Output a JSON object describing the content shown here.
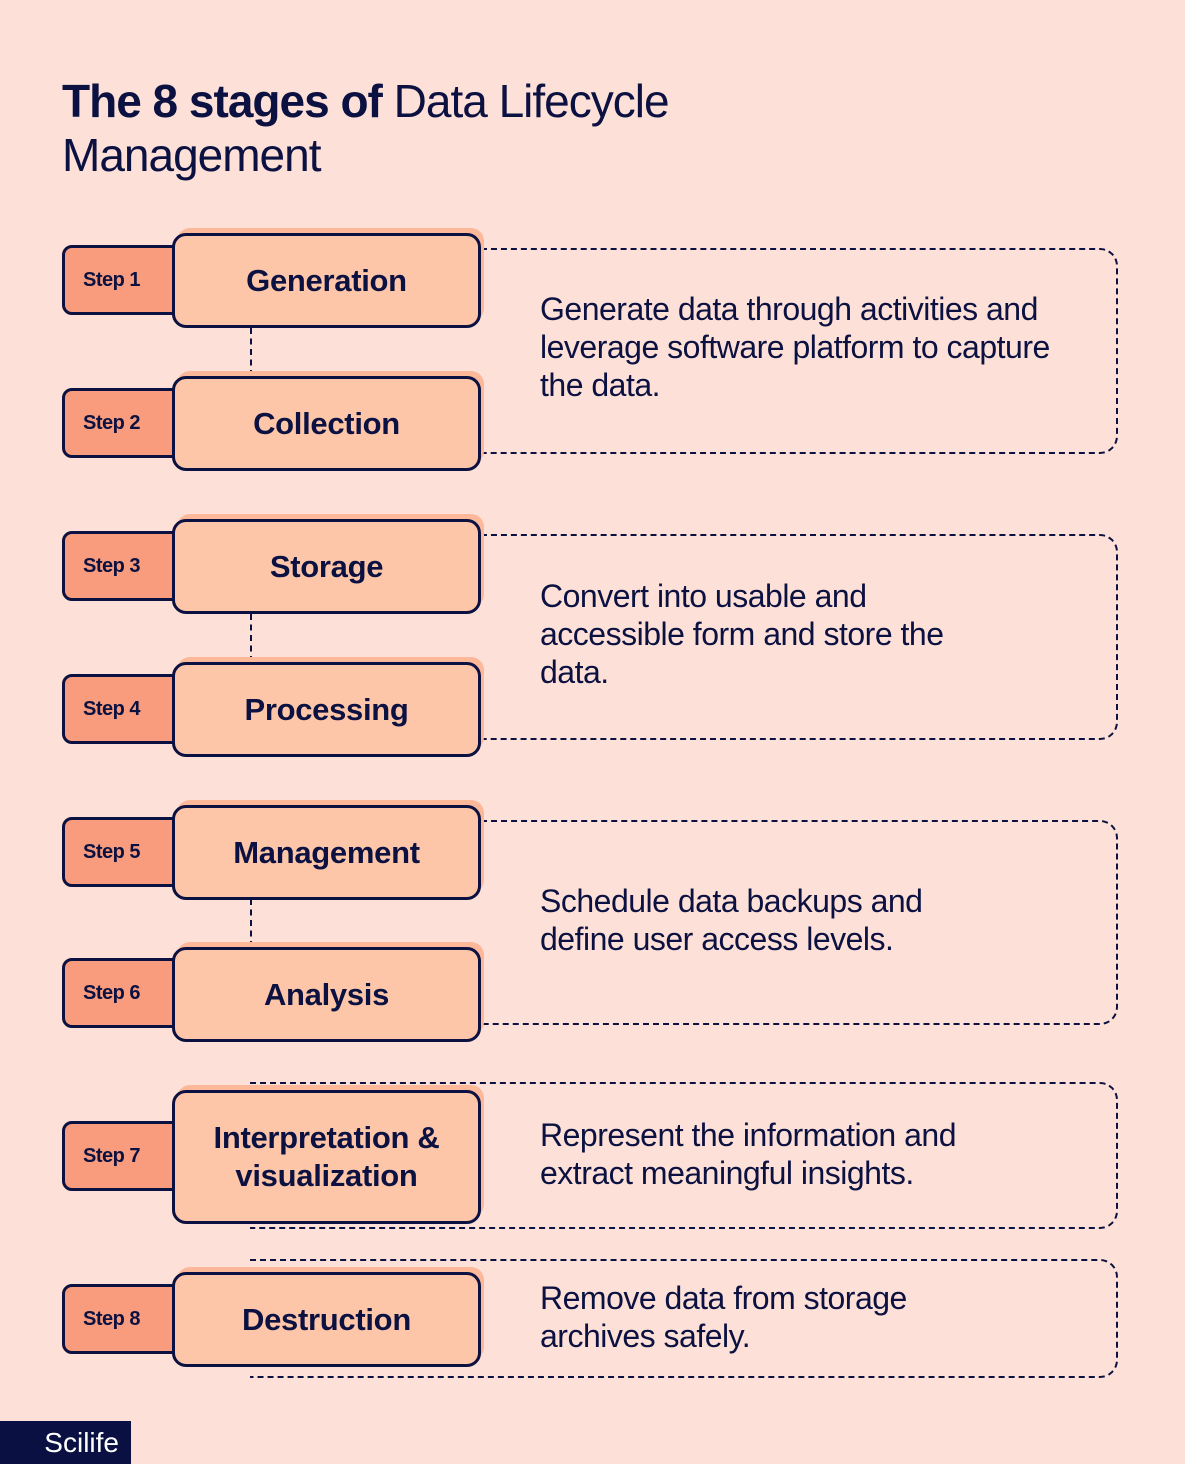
{
  "title": {
    "bold": "The 8 stages of",
    "light_line1": "Data Lifecycle",
    "light_line2": "Management"
  },
  "steps": [
    {
      "tab": "Step 1",
      "label": "Generation"
    },
    {
      "tab": "Step 2",
      "label": "Collection"
    },
    {
      "tab": "Step 3",
      "label": "Storage"
    },
    {
      "tab": "Step 4",
      "label": "Processing"
    },
    {
      "tab": "Step 5",
      "label": "Management"
    },
    {
      "tab": "Step 6",
      "label": "Analysis"
    },
    {
      "tab": "Step 7",
      "label": "Interpretation & visualization"
    },
    {
      "tab": "Step 8",
      "label": "Destruction"
    }
  ],
  "groups": [
    {
      "steps": "1-2",
      "description": "Generate data through activities and leverage software platform to capture the data."
    },
    {
      "steps": "3-4",
      "description": "Convert into usable and accessible form and store the data."
    },
    {
      "steps": "5-6",
      "description": "Schedule data backups and define user access levels."
    },
    {
      "steps": "7",
      "description": "Represent the information and extract meaningful insights."
    },
    {
      "steps": "8",
      "description": "Remove data from storage archives safely."
    }
  ],
  "brand": "Scilife",
  "colors": {
    "background": "#fde0d7",
    "tab": "#f89c7d",
    "stage_box": "#fec6a9",
    "ink": "#0b1140"
  }
}
